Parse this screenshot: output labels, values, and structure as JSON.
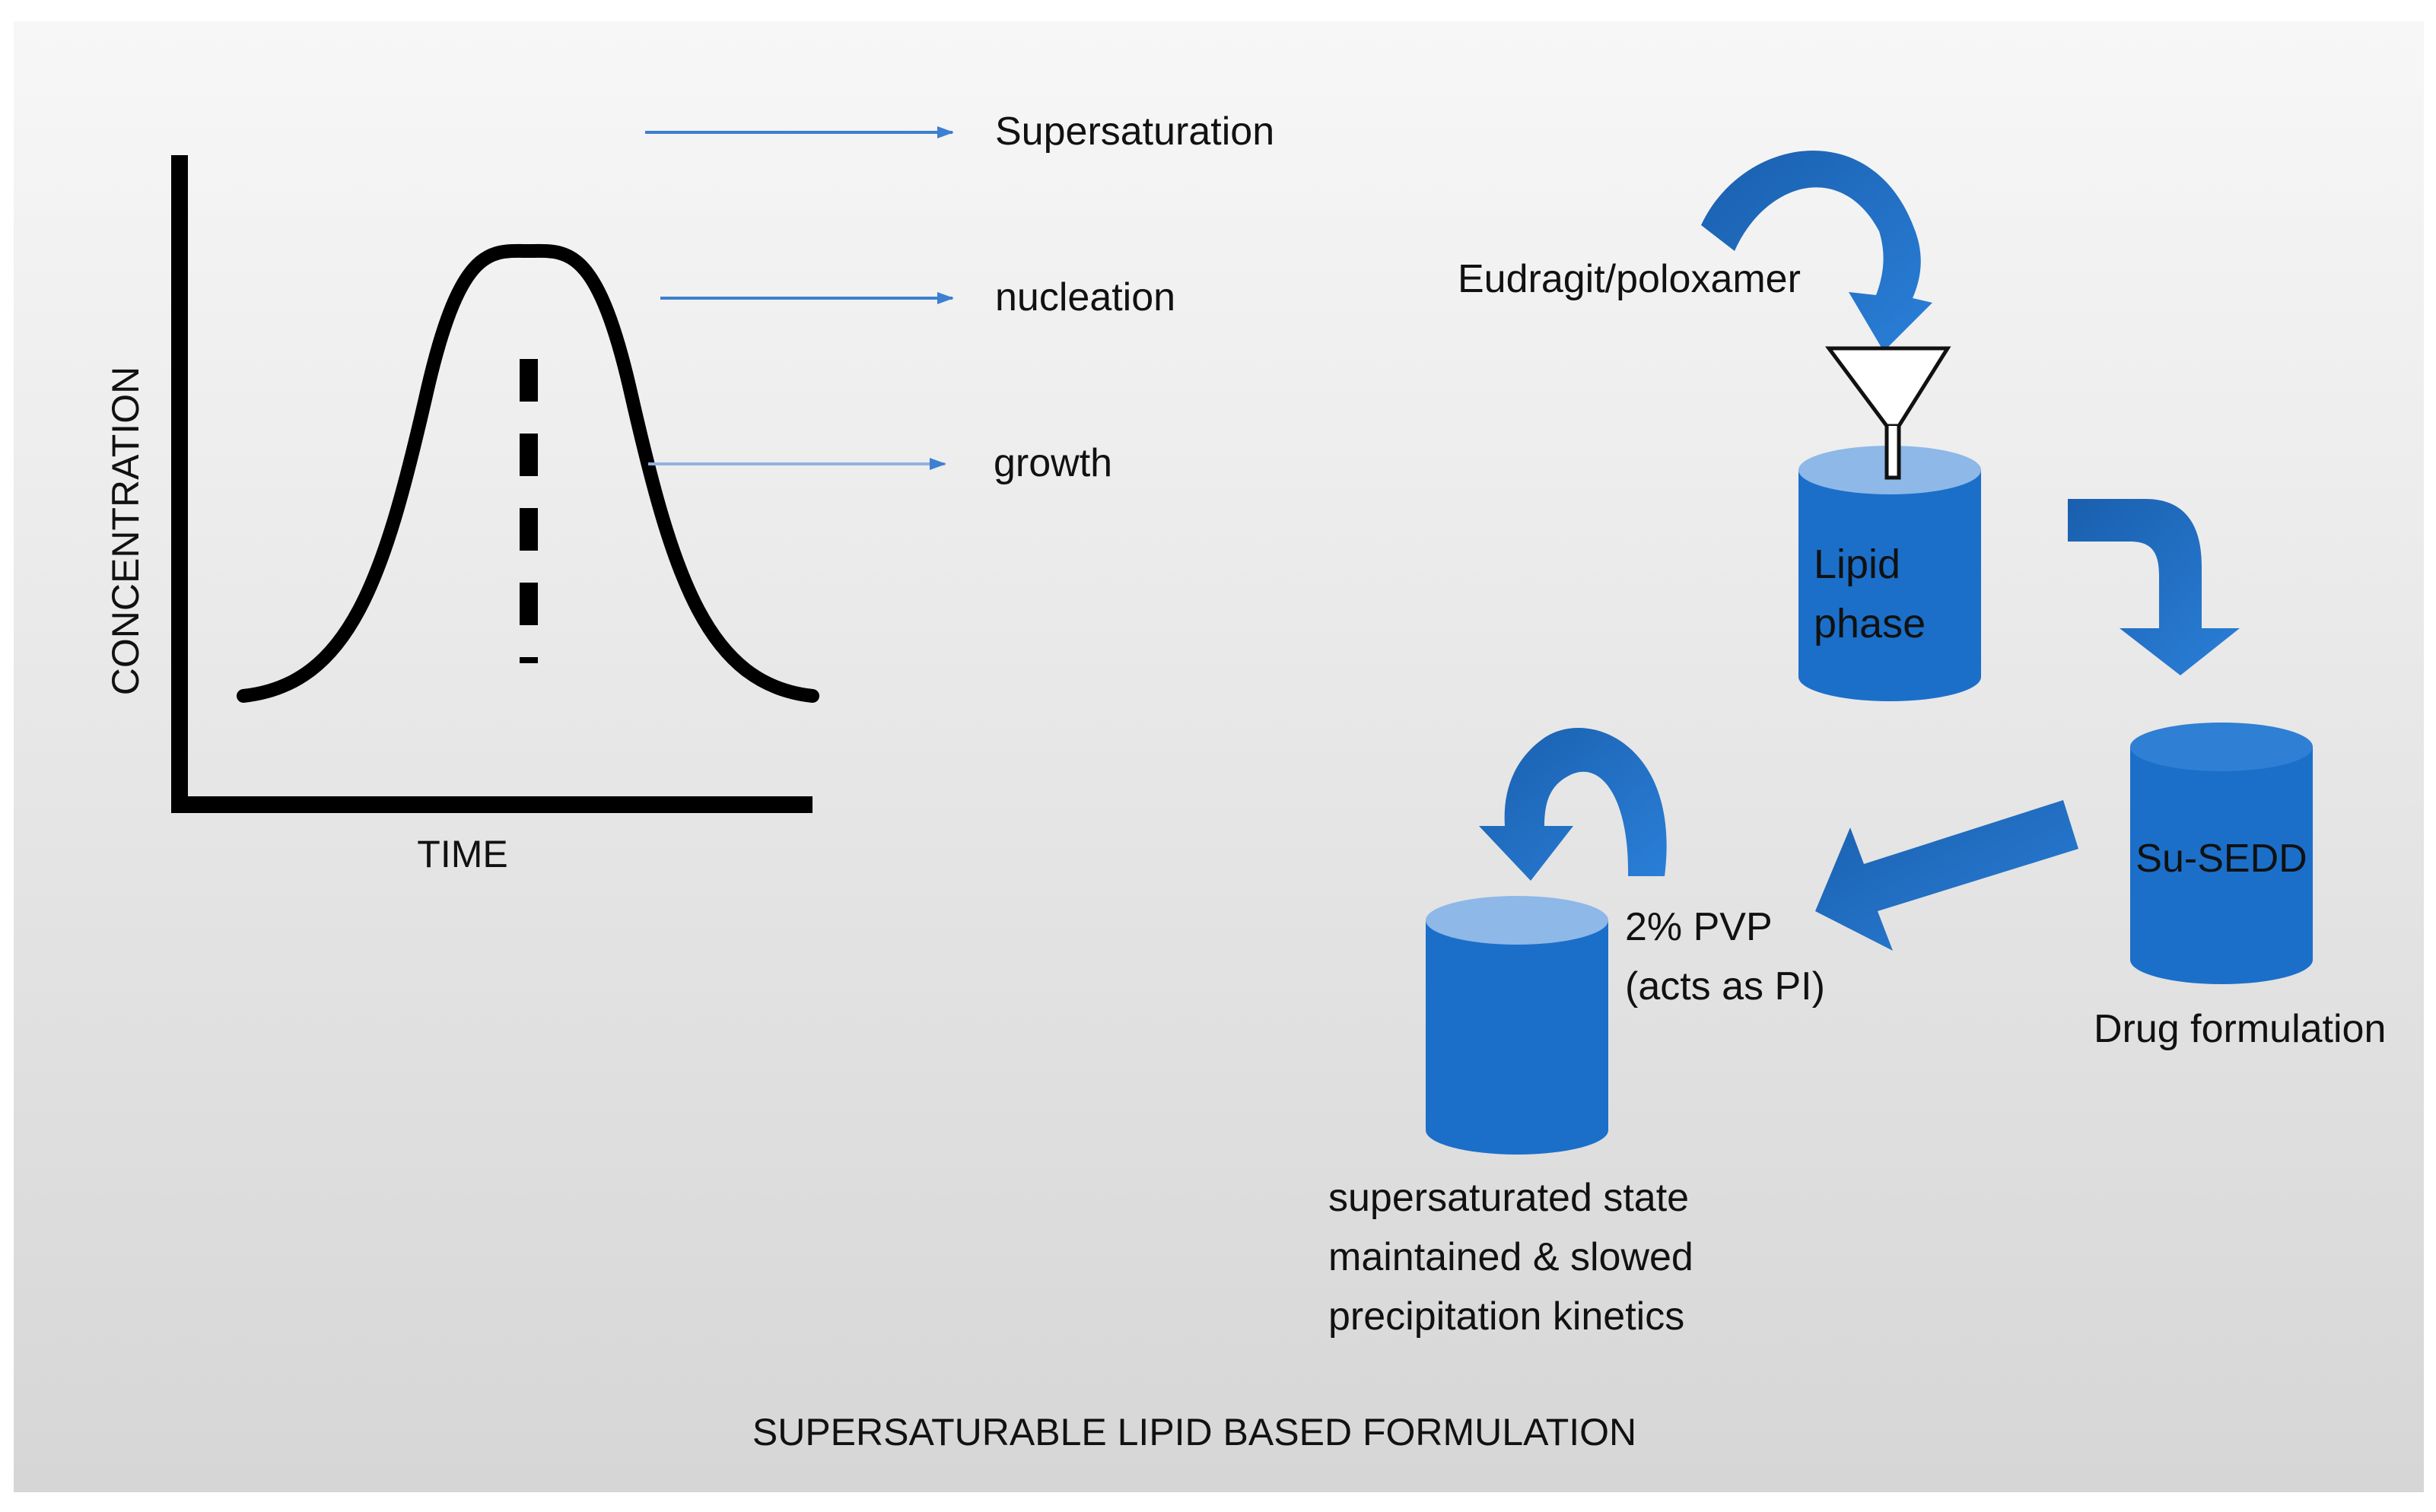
{
  "graph": {
    "y_axis_label": "CONCENTRATION",
    "x_axis_label": "TIME"
  },
  "stages": {
    "supersaturation": "Supersaturation",
    "nucleation": "nucleation",
    "growth": "growth"
  },
  "process": {
    "additive": "Eudragit/poloxamer",
    "lipid_phase_line1": "Lipid",
    "lipid_phase_line2": "phase",
    "su_sedd": "Su-SEDD",
    "drug_formulation": "Drug formulation",
    "pvp_line1": "2% PVP",
    "pvp_line2": "(acts as PI)",
    "outcome_line1": "supersaturated state",
    "outcome_line2": "maintained & slowed",
    "outcome_line3": "precipitation kinetics"
  },
  "caption": "SUPERSATURABLE LIPID BASED FORMULATION",
  "colors": {
    "cylinder_body": "#1b6fc9",
    "cylinder_top": "#8db8e8",
    "arrow": "#1f6ec4",
    "stage_line": "#3d7fd0",
    "background_top": "#f6f6f6",
    "background_bottom": "#d9d9d9"
  }
}
